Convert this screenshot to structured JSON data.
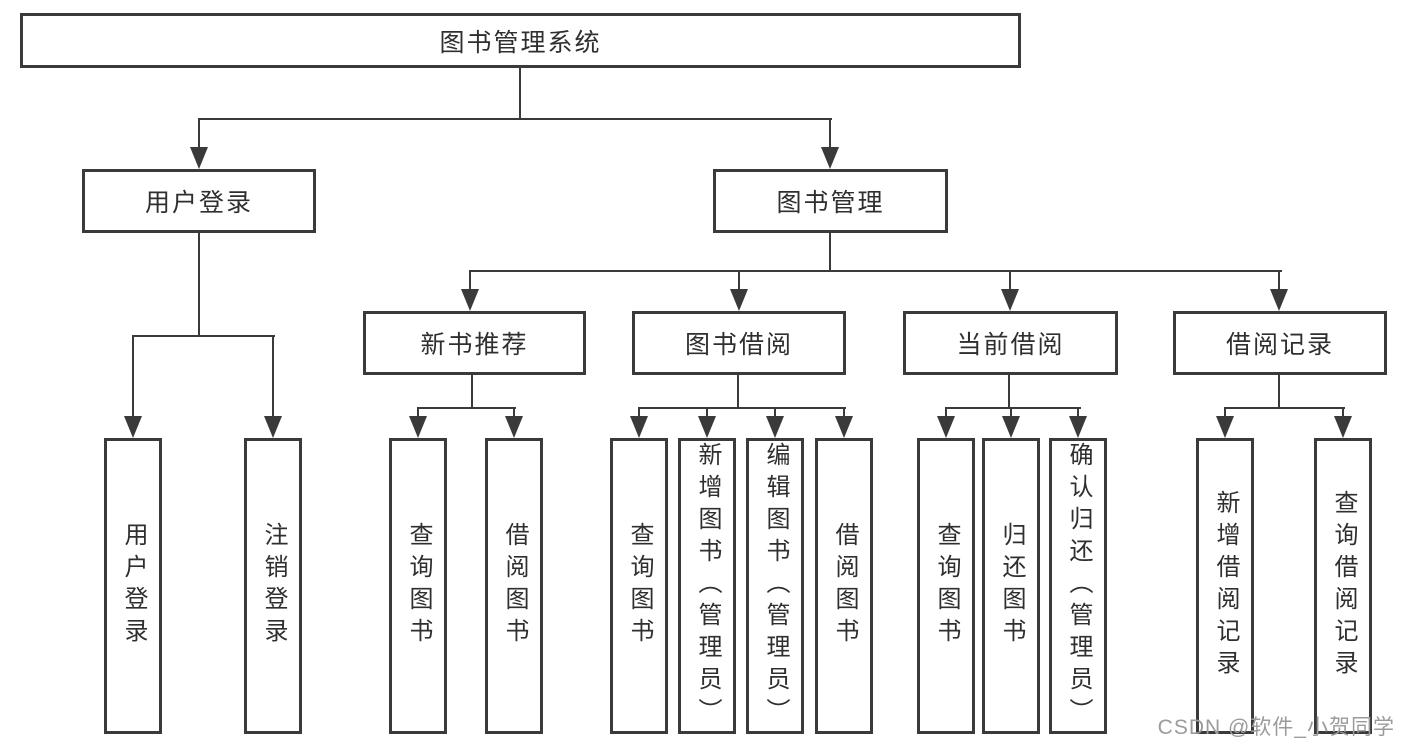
{
  "page": {
    "watermark": "CSDN @软件_小贺同学"
  },
  "colors": {
    "background": "#ffffff",
    "line": "#3a3a3a",
    "node_border": "#3a3a3a",
    "node_background": "#ffffff",
    "text": "#2f2f2f",
    "watermark": "#9b9b9b"
  },
  "tree": {
    "label": "图书管理系统",
    "children": [
      {
        "label": "用户登录",
        "children": [
          {
            "label": "用户登录"
          },
          {
            "label": "注销登录"
          }
        ]
      },
      {
        "label": "图书管理",
        "children": [
          {
            "label": "新书推荐",
            "children": [
              {
                "label": "查询图书"
              },
              {
                "label": "借阅图书"
              }
            ]
          },
          {
            "label": "图书借阅",
            "children": [
              {
                "label": "查询图书"
              },
              {
                "label": "新增图书（管理员）"
              },
              {
                "label": "编辑图书（管理员）"
              },
              {
                "label": "借阅图书"
              }
            ]
          },
          {
            "label": "当前借阅",
            "children": [
              {
                "label": "查询图书"
              },
              {
                "label": "归还图书"
              },
              {
                "label": "确认归还（管理员）"
              }
            ]
          },
          {
            "label": "借阅记录",
            "children": [
              {
                "label": "新增借阅记录"
              },
              {
                "label": "查询借阅记录"
              }
            ]
          }
        ]
      }
    ]
  }
}
